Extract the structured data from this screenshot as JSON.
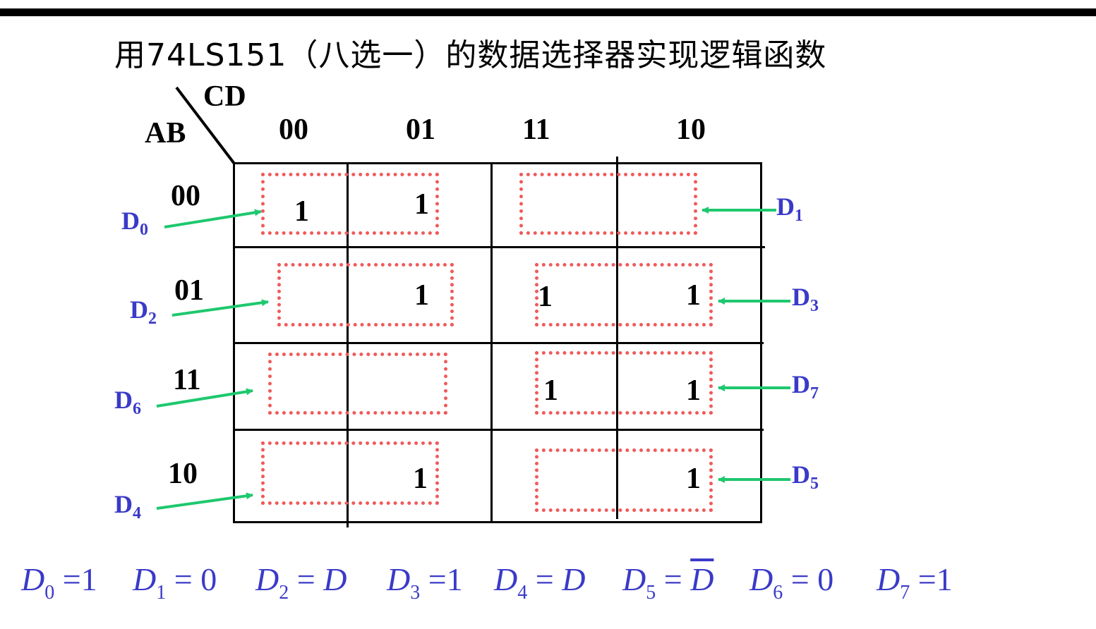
{
  "title": "用74LS151（八选一）的数据选择器实现逻辑函数",
  "kmap": {
    "row_var": "AB",
    "col_var": "CD",
    "col_headers": [
      "00",
      "01",
      "11",
      "10"
    ],
    "row_headers": [
      "00",
      "01",
      "11",
      "10"
    ],
    "cells": [
      [
        "1",
        "1",
        "",
        ""
      ],
      [
        "",
        "1",
        "1",
        "1"
      ],
      [
        "",
        "",
        "1",
        "1"
      ],
      [
        "",
        "1",
        "",
        "1"
      ]
    ]
  },
  "inputs": [
    {
      "name": "D",
      "index": "0"
    },
    {
      "name": "D",
      "index": "1"
    },
    {
      "name": "D",
      "index": "2"
    },
    {
      "name": "D",
      "index": "3"
    },
    {
      "name": "D",
      "index": "6"
    },
    {
      "name": "D",
      "index": "7"
    },
    {
      "name": "D",
      "index": "4"
    },
    {
      "name": "D",
      "index": "5"
    }
  ],
  "equations": [
    {
      "var": "D",
      "sub": "0",
      "eq": "=",
      "val": "1"
    },
    {
      "var": "D",
      "sub": "1",
      "eq": "=",
      "val": "0"
    },
    {
      "var": "D",
      "sub": "2",
      "eq": "=",
      "val": "D"
    },
    {
      "var": "D",
      "sub": "3",
      "eq": "=",
      "val": "1"
    },
    {
      "var": "D",
      "sub": "4",
      "eq": "=",
      "val": "D"
    },
    {
      "var": "D",
      "sub": "5",
      "eq": "=",
      "val": "D"
    },
    {
      "var": "D",
      "sub": "6",
      "eq": "=",
      "val": "0"
    },
    {
      "var": "D",
      "sub": "7",
      "eq": "=",
      "val": "1"
    }
  ],
  "colors": {
    "group_border": "#f05a5a",
    "arrow": "#1ec86e",
    "label": "#3a3ac8"
  }
}
